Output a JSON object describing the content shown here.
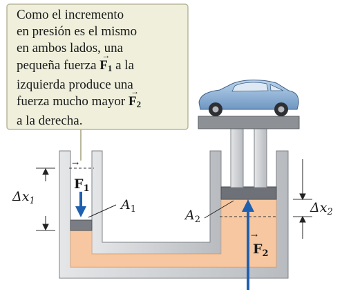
{
  "callout": {
    "line1": "Como el incremento",
    "line2": "en presión es el mismo",
    "line3": "en ambos lados, una",
    "line4a": "pequeña fuerza",
    "line4b": "a la",
    "line5": "izquierda produce una",
    "line6": "fuerza mucho mayor",
    "line7": "a la derecha."
  },
  "labels": {
    "force1": "F",
    "force1_sub": "1",
    "force2": "F",
    "force2_sub": "2",
    "area1": "A",
    "area1_sub": "1",
    "area2": "A",
    "area2_sub": "2",
    "dx1": "Δx",
    "dx1_sub": "1",
    "dx2": "Δx",
    "dx2_sub": "2"
  },
  "colors": {
    "callout_bg": "#efefdc",
    "callout_border": "#b9b79a",
    "wall": "#c7c9cc",
    "wall_edge": "#7d8186",
    "fluid": "#f6c7a0",
    "piston_dark": "#6e7278",
    "arrow_blue": "#1f5fb0",
    "car_body": "#8fb3d6"
  }
}
